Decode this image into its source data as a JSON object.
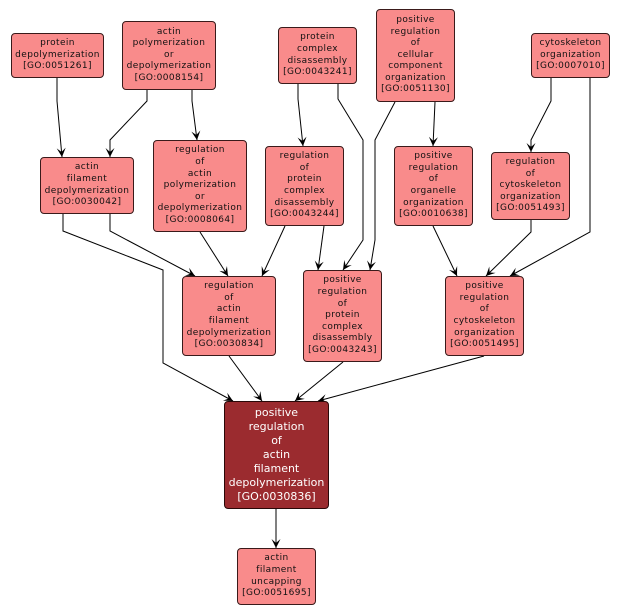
{
  "diagram": {
    "type": "GO term hierarchy (directed acyclic graph)",
    "colors": {
      "node_fill": "#f98b8b",
      "focus_fill": "#9b2b2f",
      "focus_text": "#ffffff",
      "edge": "#000000"
    },
    "nodes": [
      {
        "id": "GO:0051261",
        "lines": [
          "protein",
          "depolymerization",
          "[GO:0051261]"
        ]
      },
      {
        "id": "GO:0008154",
        "lines": [
          "actin",
          "polymerization",
          "or",
          "depolymerization",
          "[GO:0008154]"
        ]
      },
      {
        "id": "GO:0043241",
        "lines": [
          "protein",
          "complex",
          "disassembly",
          "[GO:0043241]"
        ]
      },
      {
        "id": "GO:0051130",
        "lines": [
          "positive",
          "regulation",
          "of",
          "cellular",
          "component",
          "organization",
          "[GO:0051130]"
        ]
      },
      {
        "id": "GO:0007010",
        "lines": [
          "cytoskeleton",
          "organization",
          "[GO:0007010]"
        ]
      },
      {
        "id": "GO:0030042",
        "lines": [
          "actin",
          "filament",
          "depolymerization",
          "[GO:0030042]"
        ]
      },
      {
        "id": "GO:0008064",
        "lines": [
          "regulation",
          "of",
          "actin",
          "polymerization",
          "or",
          "depolymerization",
          "[GO:0008064]"
        ]
      },
      {
        "id": "GO:0043244",
        "lines": [
          "regulation",
          "of",
          "protein",
          "complex",
          "disassembly",
          "[GO:0043244]"
        ]
      },
      {
        "id": "GO:0010638",
        "lines": [
          "positive",
          "regulation",
          "of",
          "organelle",
          "organization",
          "[GO:0010638]"
        ]
      },
      {
        "id": "GO:0051493",
        "lines": [
          "regulation",
          "of",
          "cytoskeleton",
          "organization",
          "[GO:0051493]"
        ]
      },
      {
        "id": "GO:0030834",
        "lines": [
          "regulation",
          "of",
          "actin",
          "filament",
          "depolymerization",
          "[GO:0030834]"
        ]
      },
      {
        "id": "GO:0043243",
        "lines": [
          "positive",
          "regulation",
          "of",
          "protein",
          "complex",
          "disassembly",
          "[GO:0043243]"
        ]
      },
      {
        "id": "GO:0051495",
        "lines": [
          "positive",
          "regulation",
          "of",
          "cytoskeleton",
          "organization",
          "[GO:0051495]"
        ]
      },
      {
        "id": "GO:0030836",
        "lines": [
          "positive",
          "regulation",
          "of",
          "actin",
          "filament",
          "depolymerization",
          "[GO:0030836]"
        ],
        "focus": true
      },
      {
        "id": "GO:0051695",
        "lines": [
          "actin",
          "filament",
          "uncapping",
          "[GO:0051695]"
        ]
      }
    ],
    "edges": [
      {
        "from": "GO:0051261",
        "to": "GO:0030042"
      },
      {
        "from": "GO:0008154",
        "to": "GO:0030042"
      },
      {
        "from": "GO:0008154",
        "to": "GO:0008064"
      },
      {
        "from": "GO:0043241",
        "to": "GO:0043244"
      },
      {
        "from": "GO:0043241",
        "to": "GO:0043243"
      },
      {
        "from": "GO:0051130",
        "to": "GO:0043243"
      },
      {
        "from": "GO:0051130",
        "to": "GO:0010638"
      },
      {
        "from": "GO:0007010",
        "to": "GO:0051493"
      },
      {
        "from": "GO:0007010",
        "to": "GO:0051495"
      },
      {
        "from": "GO:0030042",
        "to": "GO:0030834"
      },
      {
        "from": "GO:0030042",
        "to": "GO:0030836"
      },
      {
        "from": "GO:0008064",
        "to": "GO:0030834"
      },
      {
        "from": "GO:0043244",
        "to": "GO:0030834"
      },
      {
        "from": "GO:0043244",
        "to": "GO:0043243"
      },
      {
        "from": "GO:0010638",
        "to": "GO:0051495"
      },
      {
        "from": "GO:0051493",
        "to": "GO:0051495"
      },
      {
        "from": "GO:0030834",
        "to": "GO:0030836"
      },
      {
        "from": "GO:0043243",
        "to": "GO:0030836"
      },
      {
        "from": "GO:0051495",
        "to": "GO:0030836"
      },
      {
        "from": "GO:0030836",
        "to": "GO:0051695"
      }
    ]
  }
}
